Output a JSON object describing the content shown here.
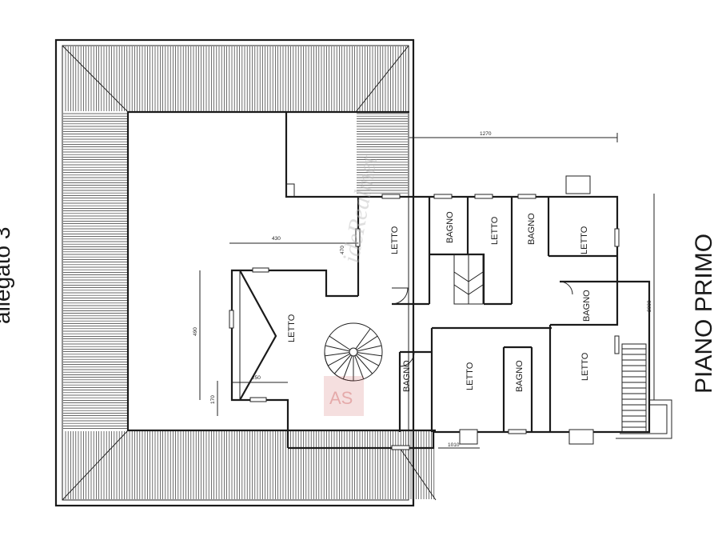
{
  "side_label": "allegato 3",
  "plan_title": "PIANO PRIMO",
  "watermark": "ideRealmet",
  "watermark_logo": "AS",
  "rooms": [
    {
      "id": "letto-nw",
      "label": "LETTO"
    },
    {
      "id": "bagno-n1",
      "label": "BAGNO"
    },
    {
      "id": "letto-n2",
      "label": "LETTO"
    },
    {
      "id": "bagno-n2",
      "label": "BAGNO"
    },
    {
      "id": "letto-ne",
      "label": "LETTO"
    },
    {
      "id": "bagno-e",
      "label": "BAGNO"
    },
    {
      "id": "letto-w",
      "label": "LETTO"
    },
    {
      "id": "bagno-sw",
      "label": "BAGNO"
    },
    {
      "id": "letto-s1",
      "label": "LETTO"
    },
    {
      "id": "bagno-s",
      "label": "BAGNO"
    },
    {
      "id": "letto-se",
      "label": "LETTO"
    }
  ],
  "dimensions": {
    "d1270": "1270",
    "d430": "430",
    "d470": "470",
    "d490": "490",
    "d170": "170",
    "d250": "250",
    "d1010": "1010",
    "d2000": "2000"
  }
}
